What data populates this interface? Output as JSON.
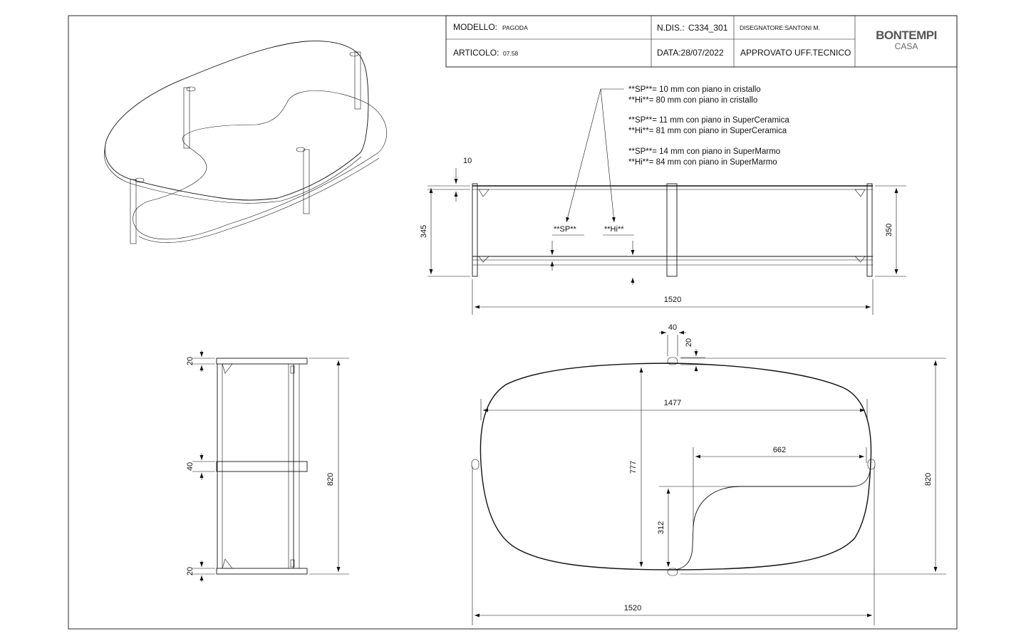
{
  "title_block": {
    "modello_label": "MODELLO:",
    "modello_value": "PAGODA",
    "ndis_label": "N.DIS.:",
    "ndis_value": "C334_301",
    "disegnatore": "DISEGNATORE:SANTONI M.",
    "articolo_label": "ARTICOLO:",
    "articolo_value": "07.58",
    "data": "DATA:28/07/2022",
    "approvato": "APPROVATO UFF.TECNICO",
    "brand": "BONTEMPI",
    "brand_sub": "CASA"
  },
  "notes": [
    "**SP**= 10 mm con piano in cristallo",
    "**Hi**= 80 mm con piano in cristallo",
    "**SP**= 11 mm con piano in SuperCeramica",
    "**Hi**= 81 mm con piano in SuperCeramica",
    "**SP**= 14 mm con piano in SuperMarmo",
    "**Hi**= 84 mm con piano in SuperMarmo"
  ],
  "front_view": {
    "dim_top_thickness": "10",
    "dim_height_left": "345",
    "dim_height_right": "350",
    "dim_width": "1520",
    "label_sp": "**SP**",
    "label_hi": "**Hi**"
  },
  "side_view": {
    "dim_top": "20",
    "dim_mid": "40",
    "dim_bottom": "20",
    "dim_depth": "820"
  },
  "plan_view": {
    "dim_foot_w": "40",
    "dim_foot_h": "20",
    "dim_inner_width": "1477",
    "dim_inner_depth": "777",
    "dim_cutout_w": "662",
    "dim_cutout_h": "312",
    "dim_depth": "820",
    "dim_width": "1520"
  }
}
